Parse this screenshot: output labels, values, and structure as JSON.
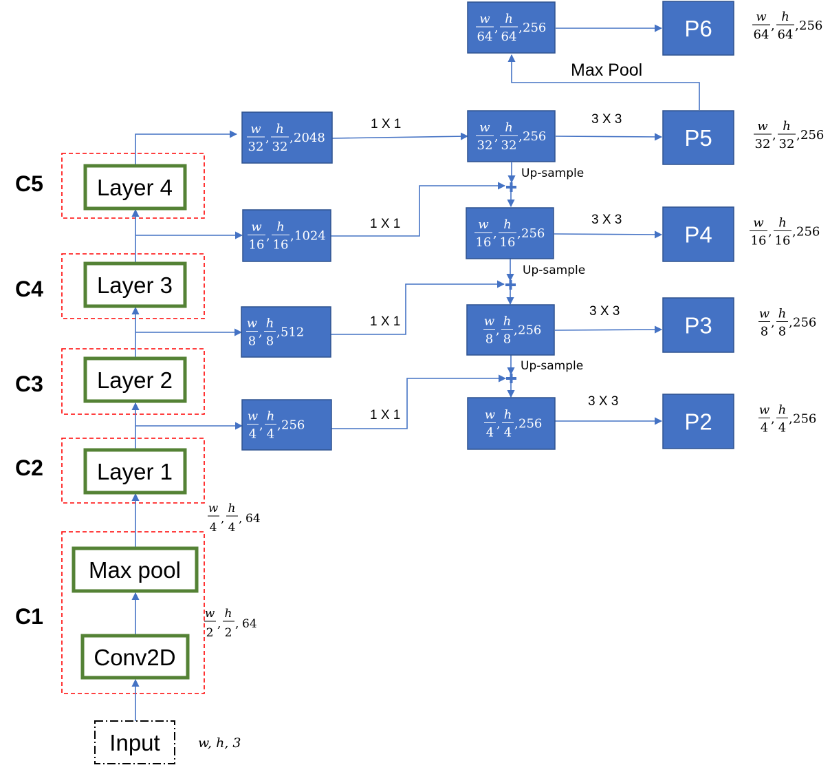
{
  "backbone": {
    "input": "Input",
    "conv2d": "Conv2D",
    "maxpool": "Max pool",
    "layer1": "Layer 1",
    "layer2": "Layer 2",
    "layer3": "Layer 3",
    "layer4": "Layer 4"
  },
  "stage_labels": [
    "C1",
    "C2",
    "C3",
    "C4",
    "C5"
  ],
  "dim_labels": {
    "input": "w, h, 3",
    "conv2d_out": {
      "w": "w",
      "h": "h",
      "wd": "2",
      "hd": "2",
      "ch": "64"
    },
    "maxpool_out": {
      "w": "w",
      "h": "h",
      "wd": "4",
      "hd": "4",
      "ch": "64"
    }
  },
  "lateral_boxes": [
    {
      "wd": "32",
      "hd": "32",
      "ch": "2048"
    },
    {
      "wd": "16",
      "hd": "16",
      "ch": "1024"
    },
    {
      "wd": "8",
      "hd": "8",
      "ch": "512"
    },
    {
      "wd": "4",
      "hd": "4",
      "ch": "256"
    }
  ],
  "merge_boxes": [
    {
      "wd": "64",
      "hd": "64",
      "ch": "256"
    },
    {
      "wd": "32",
      "hd": "32",
      "ch": "256"
    },
    {
      "wd": "16",
      "hd": "16",
      "ch": "256"
    },
    {
      "wd": "8",
      "hd": "8",
      "ch": "256"
    },
    {
      "wd": "4",
      "hd": "4",
      "ch": "256"
    }
  ],
  "outputs": [
    {
      "label": "P6",
      "wd": "64",
      "hd": "64",
      "ch": "256"
    },
    {
      "label": "P5",
      "wd": "32",
      "hd": "32",
      "ch": "256"
    },
    {
      "label": "P4",
      "wd": "16",
      "hd": "16",
      "ch": "256"
    },
    {
      "label": "P3",
      "wd": "8",
      "hd": "8",
      "ch": "256"
    },
    {
      "label": "P2",
      "wd": "4",
      "hd": "4",
      "ch": "256"
    }
  ],
  "conv_1x1": "1 X 1",
  "conv_3x3": "3 X 3",
  "upsample": "Up-sample",
  "maxpool_link": "Max Pool",
  "colors": {
    "blue_box": "#4472c4",
    "blue_border": "#2f528f",
    "green_border": "#548235",
    "red_dash": "#ff0000",
    "arrow": "#4472c4"
  }
}
